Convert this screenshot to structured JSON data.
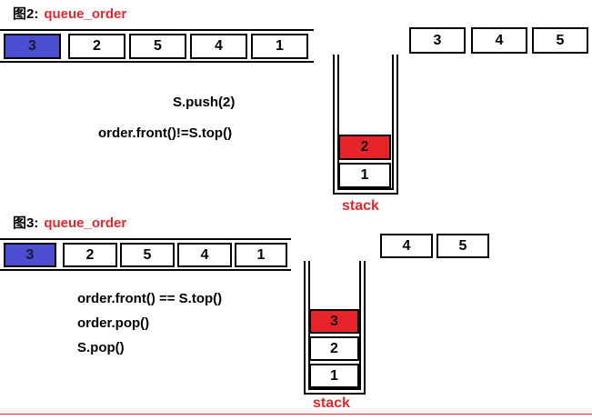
{
  "figure2": {
    "label": "图2:",
    "title": "queue_order",
    "queue": [
      "3",
      "2",
      "5",
      "4",
      "1"
    ],
    "remaining": [
      "3",
      "4",
      "5"
    ],
    "ops": [
      "S.push(2)",
      "order.front()!=S.top()"
    ],
    "stack": [
      "2",
      "1"
    ],
    "stack_label": "stack"
  },
  "figure3": {
    "label": "图3:",
    "title": "queue_order",
    "queue": [
      "3",
      "2",
      "5",
      "4",
      "1"
    ],
    "remaining": [
      "4",
      "5"
    ],
    "ops": [
      "order.front() == S.top()",
      "order.pop()",
      "S.pop()"
    ],
    "stack": [
      "3",
      "2",
      "1"
    ],
    "stack_label": "stack"
  },
  "colors": {
    "front": "#4b4ed0",
    "stack_top": "#e8242b",
    "title": "#e3262d"
  }
}
